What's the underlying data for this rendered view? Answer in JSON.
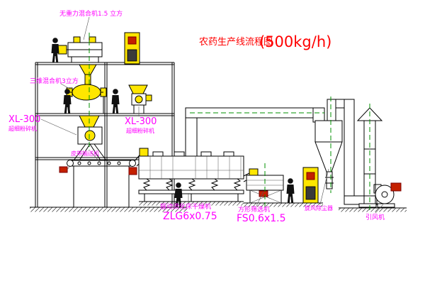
{
  "colors": {
    "background": "#ffffff",
    "line": "#000000",
    "equipment_highlight": "#ffe600",
    "label_magenta": "#ff00ff",
    "title_red": "#ff0000",
    "centerline_green": "#009100",
    "motor_red": "#c42000"
  },
  "title": {
    "text": "农药生产线流程图",
    "capacity": "(500kg/h)"
  },
  "labels": {
    "gravity_mixer": "无重力混合机1.5 立方",
    "three_d_mixer": "三维混合机3立方",
    "mill_left_model": "XL-300",
    "mill_left_name": "超细粉碎机",
    "mill_center_model": "XL-300",
    "mill_center_name": "超细粉碎机",
    "belt_conveyor": "皮带输送机",
    "dryer_name": "振动流化床干燥机",
    "dryer_model": "ZLG6x0.75",
    "sieve_name": "方形筛选机",
    "sieve_model": "FS0.6x1.5",
    "cyclone": "旋风除尘器",
    "fan": "引风机"
  }
}
